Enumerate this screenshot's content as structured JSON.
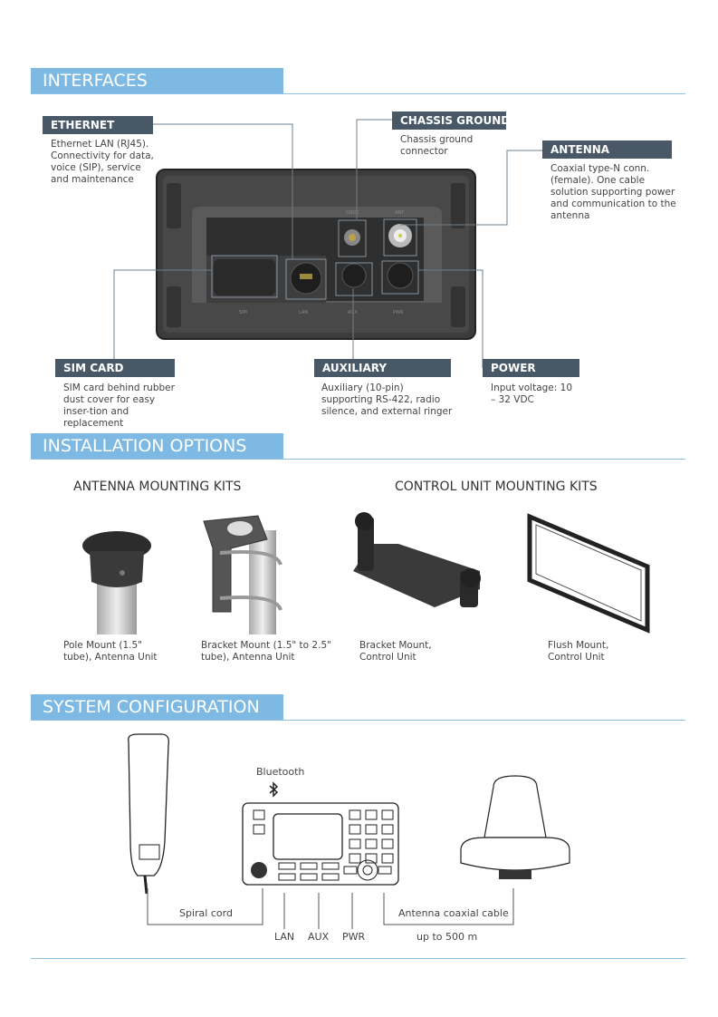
{
  "interfaces": {
    "title": "INTERFACES",
    "ethernet": {
      "label": "ETHERNET",
      "desc": "Ethernet LAN (RJ45). Connectivity for data, voice (SIP), service and maintenance"
    },
    "chassis_ground": {
      "label": "CHASSIS GROUND",
      "desc": "Chassis ground connector"
    },
    "antenna": {
      "label": "ANTENNA",
      "desc": "Coaxial type-N conn. (female). One cable solution supporting power and communication to the antenna"
    },
    "sim_card": {
      "label": "SIM CARD",
      "desc": "SIM card behind rubber dust cover for easy inser-tion and replacement"
    },
    "auxiliary": {
      "label": "AUXILIARY",
      "desc": "Auxiliary (10-pin) supporting RS-422, radio silence, and external ringer"
    },
    "power": {
      "label": "POWER",
      "desc": "Input voltage: 10 – 32 VDC"
    },
    "port_labels": {
      "gndc": "GNDC",
      "ant": "ANT",
      "sim": "SIM",
      "lan": "LAN",
      "aux": "AUX",
      "pwr": "PWR"
    }
  },
  "installation": {
    "title": "INSTALLATION OPTIONS",
    "antenna_kits": "ANTENNA MOUNTING KITS",
    "control_kits": "CONTROL UNIT MOUNTING KITS",
    "items": [
      {
        "caption": "Pole Mount (1.5\" tube), Antenna Unit"
      },
      {
        "caption": "Bracket Mount (1.5\" to 2.5\" tube), Antenna Unit"
      },
      {
        "caption": "Bracket Mount, Control Unit"
      },
      {
        "caption": "Flush Mount, Control Unit"
      }
    ]
  },
  "system": {
    "title": "SYSTEM CONFIGURATION",
    "bluetooth": "Bluetooth",
    "spiral_cord": "Spiral cord",
    "lan": "LAN",
    "aux": "AUX",
    "pwr": "PWR",
    "coax": "Antenna coaxial cable",
    "distance": "up to 500 m"
  }
}
